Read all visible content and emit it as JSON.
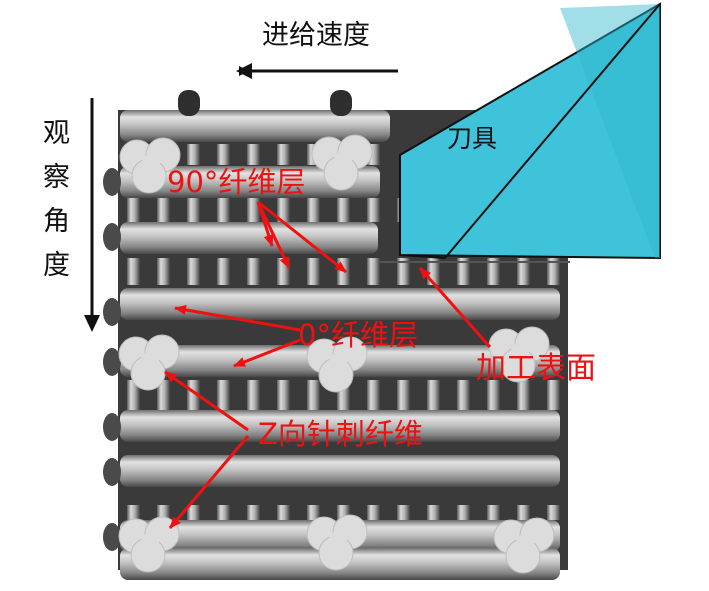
{
  "feed_speed_label": "进给速度",
  "viewing_angle_chars": [
    "观",
    "察",
    "角",
    "度"
  ],
  "tool_label": "刀具",
  "fiber_90_label": "90°纤维层",
  "fiber_0_label": "0°纤维层",
  "surface_label": "加工表面",
  "z_fiber_label": "Z向针刺纤维",
  "colors": {
    "tool_fill": "#3fc3da",
    "annotation_red": "#ee1111",
    "rod_mid": "#a9a9a9",
    "clover": "#dcdcdc"
  }
}
